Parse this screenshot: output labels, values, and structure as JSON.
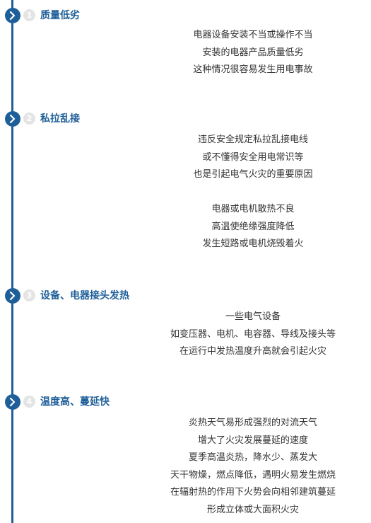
{
  "sections": [
    {
      "number": "1",
      "title": "质量低劣",
      "lines": [
        "电器设备安装不当或操作不当",
        "安装的电器产品质量低劣",
        "这种情况很容易发生用电事故"
      ]
    },
    {
      "number": "2",
      "title": "私拉乱接",
      "lines": [
        "违反安全规定私拉乱接电线",
        "或不懂得安全用电常识等",
        "也是引起电气火灾的重要原因"
      ],
      "lines_b": [
        "电器或电机散热不良",
        "高温使绝缘强度降低",
        "发生短路或电机烧毁着火"
      ]
    },
    {
      "number": "3",
      "title": "设备、电器接头发热",
      "lines": [
        "一些电气设备",
        "如变压器、电机、电容器、导线及接头等",
        "在运行中发热温度升高就会引起火灾"
      ]
    },
    {
      "number": "4",
      "title": "温度高、蔓延快",
      "lines": [
        "炎热天气易形成强烈的对流天气",
        "增大了火灾发展蔓延的速度",
        "夏季高温炎热，降水少、蒸发大",
        "天干物燥，燃点降低，遇明火易发生燃烧",
        "在辐射热的作用下火势会向相邻建筑蔓延",
        "形成立体或大面积火灾"
      ]
    }
  ],
  "colors": {
    "accent": "#1f5f99",
    "number_badge": "#e4e4e4",
    "text": "#333333"
  },
  "icons": {
    "marker": "chevron-right-icon"
  }
}
